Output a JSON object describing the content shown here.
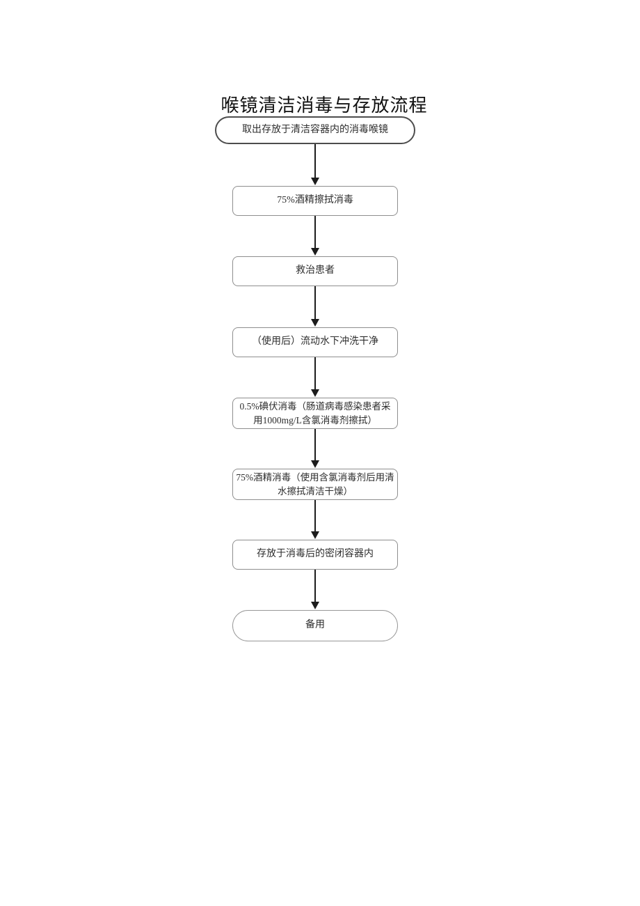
{
  "page": {
    "title": "喉镜清洁消毒与存放流程",
    "background_color": "#ffffff"
  },
  "flowchart": {
    "type": "flowchart",
    "direction": "top-down",
    "colors": {
      "start_terminator_border": "#4d4d4d",
      "process_border": "#8e8e8e",
      "end_terminator_border": "#979797",
      "arrow": "#1c1c1c",
      "text": "#2e2e2e",
      "node_fill": "#ffffff"
    },
    "nodes": [
      {
        "id": "start",
        "shape": "terminator",
        "label": "取出存放于清洁容器内的消毒喉镜"
      },
      {
        "id": "step-1",
        "shape": "process",
        "label": "75%酒精擦拭消毒"
      },
      {
        "id": "step-2",
        "shape": "process",
        "label": "救治患者"
      },
      {
        "id": "step-3",
        "shape": "process",
        "label": "（使用后）流动水下冲洗干净"
      },
      {
        "id": "step-4",
        "shape": "process",
        "label": "0.5%碘伏消毒（肠道病毒感染患者采用1000mg/L含氯消毒剂擦拭）"
      },
      {
        "id": "step-5",
        "shape": "process",
        "label": "75%酒精消毒（使用含氯消毒剂后用清水擦拭清洁干燥）"
      },
      {
        "id": "step-6",
        "shape": "process",
        "label": "存放于消毒后的密闭容器内"
      },
      {
        "id": "end",
        "shape": "terminator",
        "label": "备用"
      }
    ],
    "edges": [
      {
        "from": "start",
        "to": "step-1"
      },
      {
        "from": "step-1",
        "to": "step-2"
      },
      {
        "from": "step-2",
        "to": "step-3"
      },
      {
        "from": "step-3",
        "to": "step-4"
      },
      {
        "from": "step-4",
        "to": "step-5"
      },
      {
        "from": "step-5",
        "to": "step-6"
      },
      {
        "from": "step-6",
        "to": "end"
      }
    ]
  }
}
